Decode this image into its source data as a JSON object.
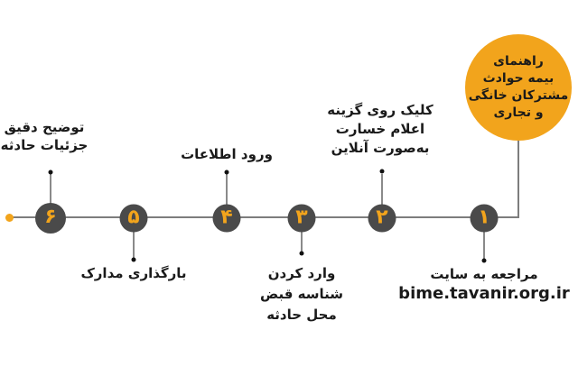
{
  "title_badge": {
    "lines": [
      "راهنمای",
      "بیمه حوادث",
      "مشترکان خانگی",
      "و تجاری"
    ]
  },
  "steps": [
    {
      "number": "1",
      "numeral": "۱",
      "label_position": "below",
      "label_lines": [
        "مراجعه به سایت",
        "bime.tavanir.org.ir"
      ]
    },
    {
      "number": "2",
      "numeral": "۲",
      "label_position": "above",
      "label_lines": [
        "کلیک روی گزینه",
        "اعلام خسارت",
        "به‌صورت آنلاین"
      ]
    },
    {
      "number": "3",
      "numeral": "۳",
      "label_position": "below",
      "label_lines": [
        "وارد کردن",
        "شناسه قبض",
        "محل حادثه"
      ]
    },
    {
      "number": "4",
      "numeral": "۴",
      "label_position": "above",
      "label_lines": [
        "ورود اطلاعات"
      ]
    },
    {
      "number": "5",
      "numeral": "۵",
      "label_position": "below",
      "label_lines": [
        "بارگذاری مدارک"
      ]
    },
    {
      "number": "6",
      "numeral": "۶",
      "label_position": "above",
      "label_lines": [
        "توضیح دقیق",
        "جزئیات حادثه"
      ]
    }
  ],
  "website": "bime.tavanir.org.ir",
  "colors": {
    "accent": "#F2A41C",
    "step_circle": "#4A4A4A",
    "line": "#7D7D7D",
    "text": "#1A1A1A"
  }
}
